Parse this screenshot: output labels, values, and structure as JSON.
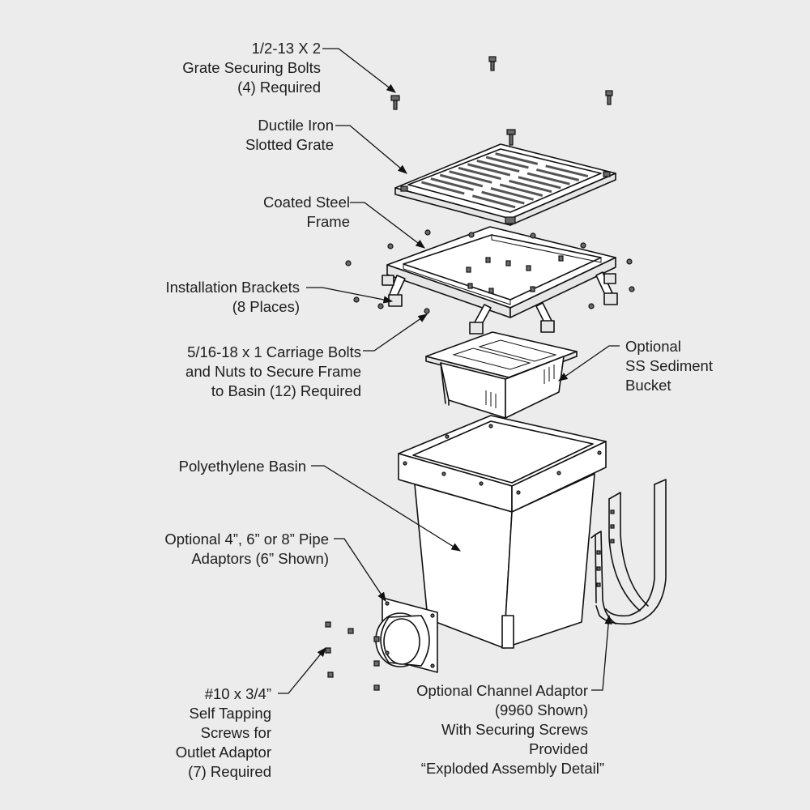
{
  "title": "“Exploded Assembly Detail”",
  "labels": {
    "grate_bolts": [
      "1/2-13 X 2",
      "Grate Securing Bolts",
      "(4) Required"
    ],
    "grate": [
      "Ductile Iron",
      "Slotted Grate"
    ],
    "frame": [
      "Coated Steel",
      "Frame"
    ],
    "brackets": [
      "Installation Brackets",
      "(8 Places)"
    ],
    "carriage_bolts": [
      "5/16-18 x 1 Carriage Bolts",
      "and Nuts to Secure Frame",
      "to Basin (12) Required"
    ],
    "bucket": [
      "Optional",
      "SS Sediment",
      "Bucket"
    ],
    "basin": [
      "Polyethylene Basin"
    ],
    "pipe_adaptors": [
      "Optional 4”, 6” or 8” Pipe",
      "Adaptors (6” Shown)"
    ],
    "screws": [
      "#10 x 3/4”",
      "Self Tapping",
      "Screws for",
      "Outlet Adaptor",
      "(7) Required"
    ],
    "channel_adaptor": [
      "Optional Channel Adaptor",
      "(9960 Shown)",
      "With Securing Screws",
      "Provided"
    ]
  },
  "colors": {
    "background": "#ececec",
    "ink": "#111111",
    "text": "#1e1e1e"
  }
}
